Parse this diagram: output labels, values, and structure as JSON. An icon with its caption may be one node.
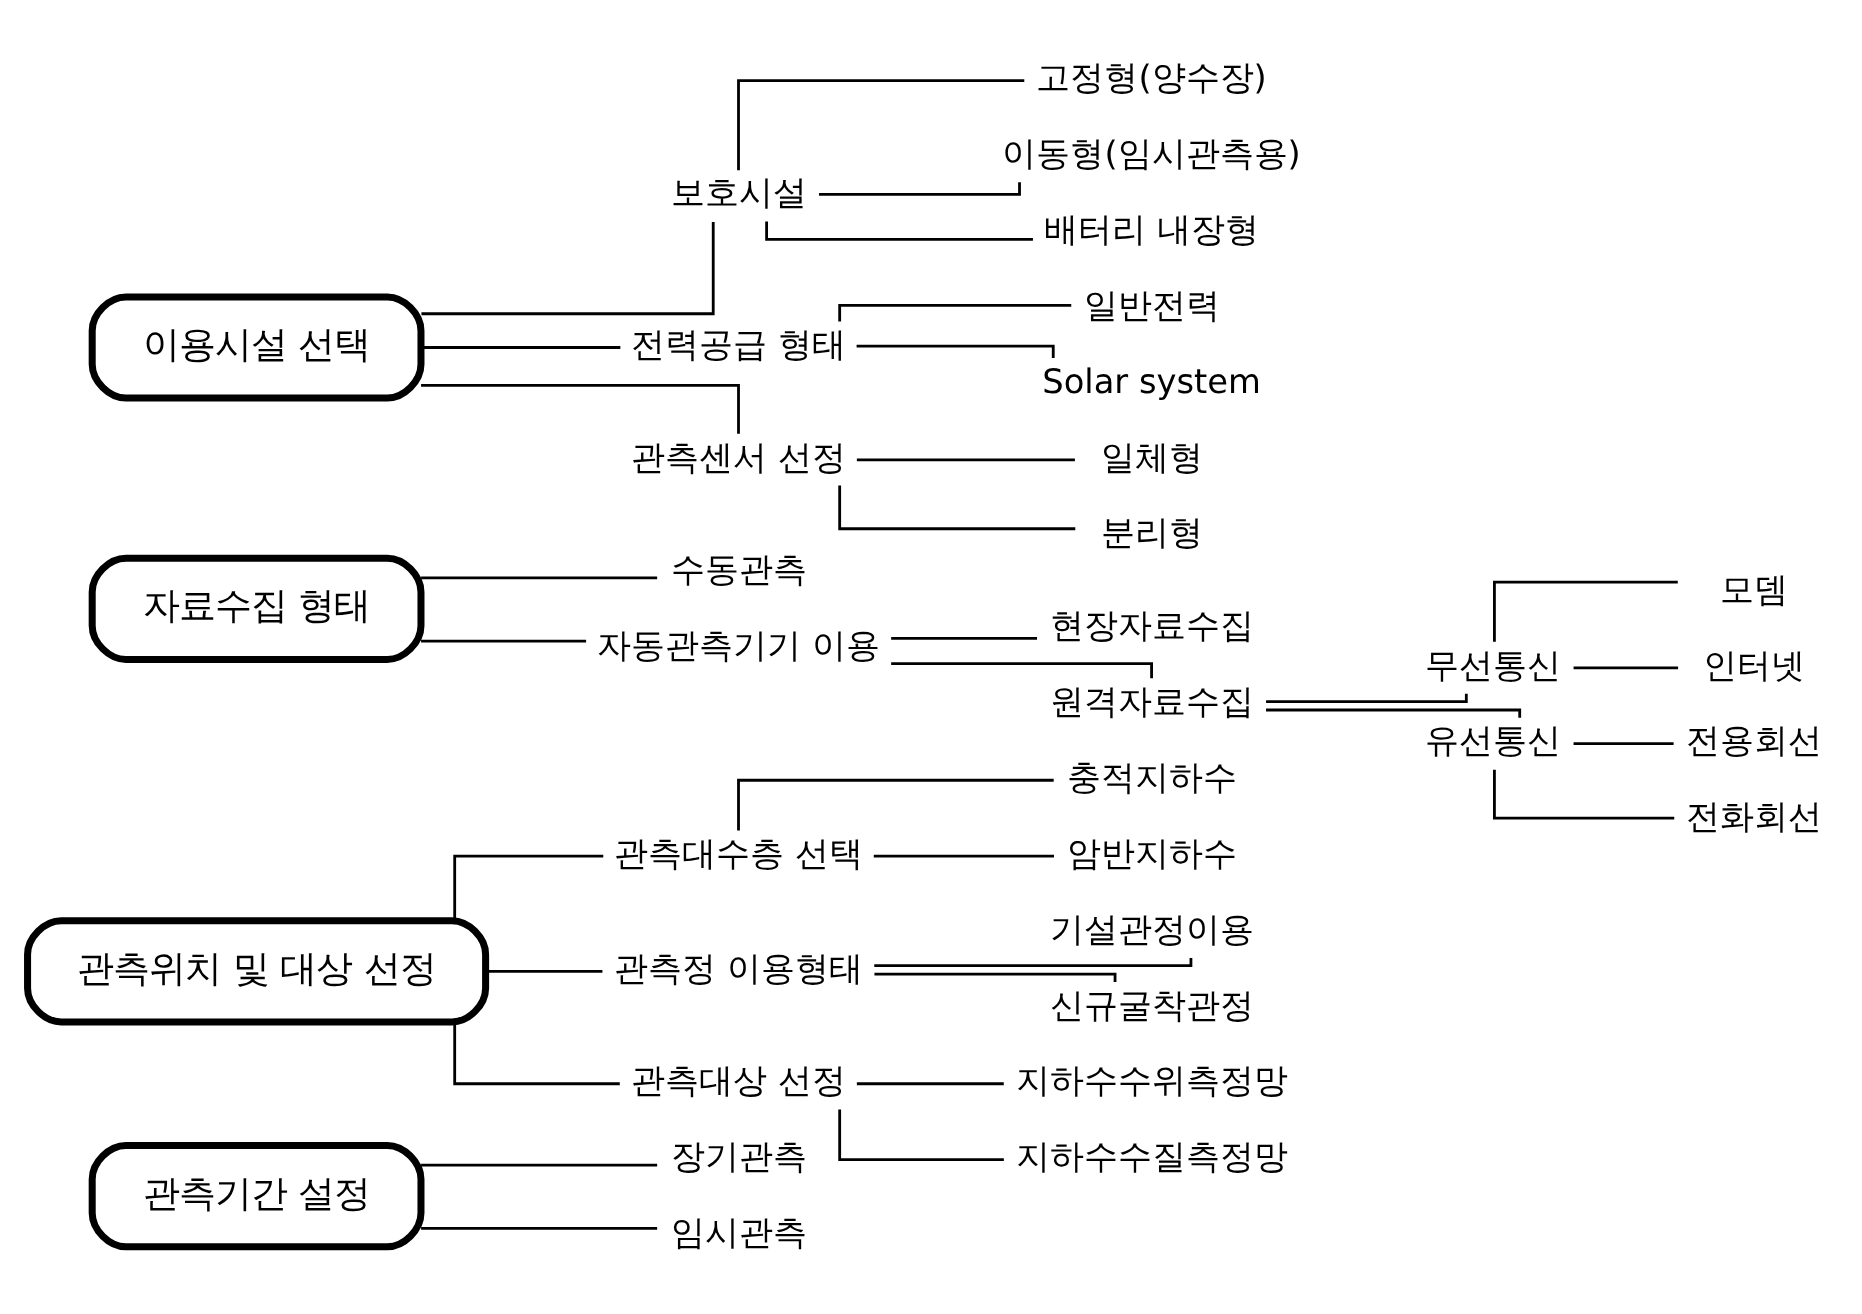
{
  "diagram": {
    "nodes": [
      {
        "text": [
          "관측기간 설정"
        ]
      },
      {
        "text": [
          "장기관측"
        ]
      },
      {
        "text": [
          "임시관측"
        ]
      },
      {
        "text": [
          "관측위치 및 대상 선정"
        ]
      },
      {
        "text": [
          "관측대수층 선택"
        ]
      },
      {
        "text": [
          "충적지하수"
        ]
      },
      {
        "text": [
          "암반지하수"
        ]
      },
      {
        "text": [
          "관측정 이용형태"
        ]
      },
      {
        "text": [
          "기설관정이용"
        ]
      },
      {
        "text": [
          "신규굴착관정"
        ]
      },
      {
        "text": [
          "관측대상 선정"
        ]
      },
      {
        "text": [
          "지하수수위측정망"
        ]
      },
      {
        "text": [
          "지하수수질측정망"
        ]
      },
      {
        "text": [
          "자료수집 형태"
        ]
      },
      {
        "text": [
          "수동관측"
        ]
      },
      {
        "text": [
          "자동관측기기 이용"
        ]
      },
      {
        "text": [
          "현장자료수집"
        ]
      },
      {
        "text": [
          "원격자료수집"
        ]
      },
      {
        "text": [
          "무선통신"
        ]
      },
      {
        "text": [
          "모뎀"
        ]
      },
      {
        "text": [
          "인터넷"
        ]
      },
      {
        "text": [
          "유선통신"
        ]
      },
      {
        "text": [
          "전용회선"
        ]
      },
      {
        "text": [
          "전화회선"
        ]
      },
      {
        "text": [
          "이용시설 선택"
        ]
      },
      {
        "text": [
          "보호시설"
        ]
      },
      {
        "text": [
          "고정형(양수장)"
        ]
      },
      {
        "text": [
          "이동형(임시관측용)"
        ]
      },
      {
        "text": [
          "배터리 내장형"
        ]
      },
      {
        "text": [
          "전력공급 형태"
        ]
      },
      {
        "text": [
          "일반전력"
        ]
      },
      {
        "text": [
          "Solar system"
        ]
      },
      {
        "text": [
          "관측센서 선정"
        ]
      },
      {
        "text": [
          "일체형"
        ]
      },
      {
        "text": [
          "분리형"
        ]
      }
    ],
    "edges": [
      {
        "from": 0,
        "to": 1,
        "arrow": "none"
      },
      {
        "from": 0,
        "to": 2,
        "arrow": "none"
      },
      {
        "from": 3,
        "to": 4,
        "arrow": "none"
      },
      {
        "from": 4,
        "to": 5,
        "arrow": "none"
      },
      {
        "from": 4,
        "to": 6,
        "arrow": "none"
      },
      {
        "from": 3,
        "to": 7,
        "arrow": "none"
      },
      {
        "from": 7,
        "to": 8,
        "arrow": "none"
      },
      {
        "from": 7,
        "to": 9,
        "arrow": "none"
      },
      {
        "from": 3,
        "to": 10,
        "arrow": "none"
      },
      {
        "from": 10,
        "to": 11,
        "arrow": "none"
      },
      {
        "from": 10,
        "to": 12,
        "arrow": "none"
      },
      {
        "from": 13,
        "to": 14,
        "arrow": "none"
      },
      {
        "from": 13,
        "to": 15,
        "arrow": "none"
      },
      {
        "from": 15,
        "to": 16,
        "arrow": "none"
      },
      {
        "from": 15,
        "to": 17,
        "arrow": "none"
      },
      {
        "from": 17,
        "to": 18,
        "arrow": "none"
      },
      {
        "from": 17,
        "to": 21,
        "arrow": "none"
      },
      {
        "from": 18,
        "to": 19,
        "arrow": "none"
      },
      {
        "from": 18,
        "to": 20,
        "arrow": "none"
      },
      {
        "from": 21,
        "to": 22,
        "arrow": "none"
      },
      {
        "from": 21,
        "to": 23,
        "arrow": "none"
      },
      {
        "from": 24,
        "to": 25,
        "arrow": "none"
      },
      {
        "from": 25,
        "to": 26,
        "arrow": "none"
      },
      {
        "from": 25,
        "to": 27,
        "arrow": "none"
      },
      {
        "from": 25,
        "to": 28,
        "arrow": "none"
      },
      {
        "from": 24,
        "to": 29,
        "arrow": "none"
      },
      {
        "from": 29,
        "to": 30,
        "arrow": "none"
      },
      {
        "from": 29,
        "to": 31,
        "arrow": "none"
      },
      {
        "from": 24,
        "to": 32,
        "arrow": "none"
      },
      {
        "from": 32,
        "to": 33,
        "arrow": "none"
      },
      {
        "from": 32,
        "to": 34,
        "arrow": "none"
      }
    ]
  }
}
